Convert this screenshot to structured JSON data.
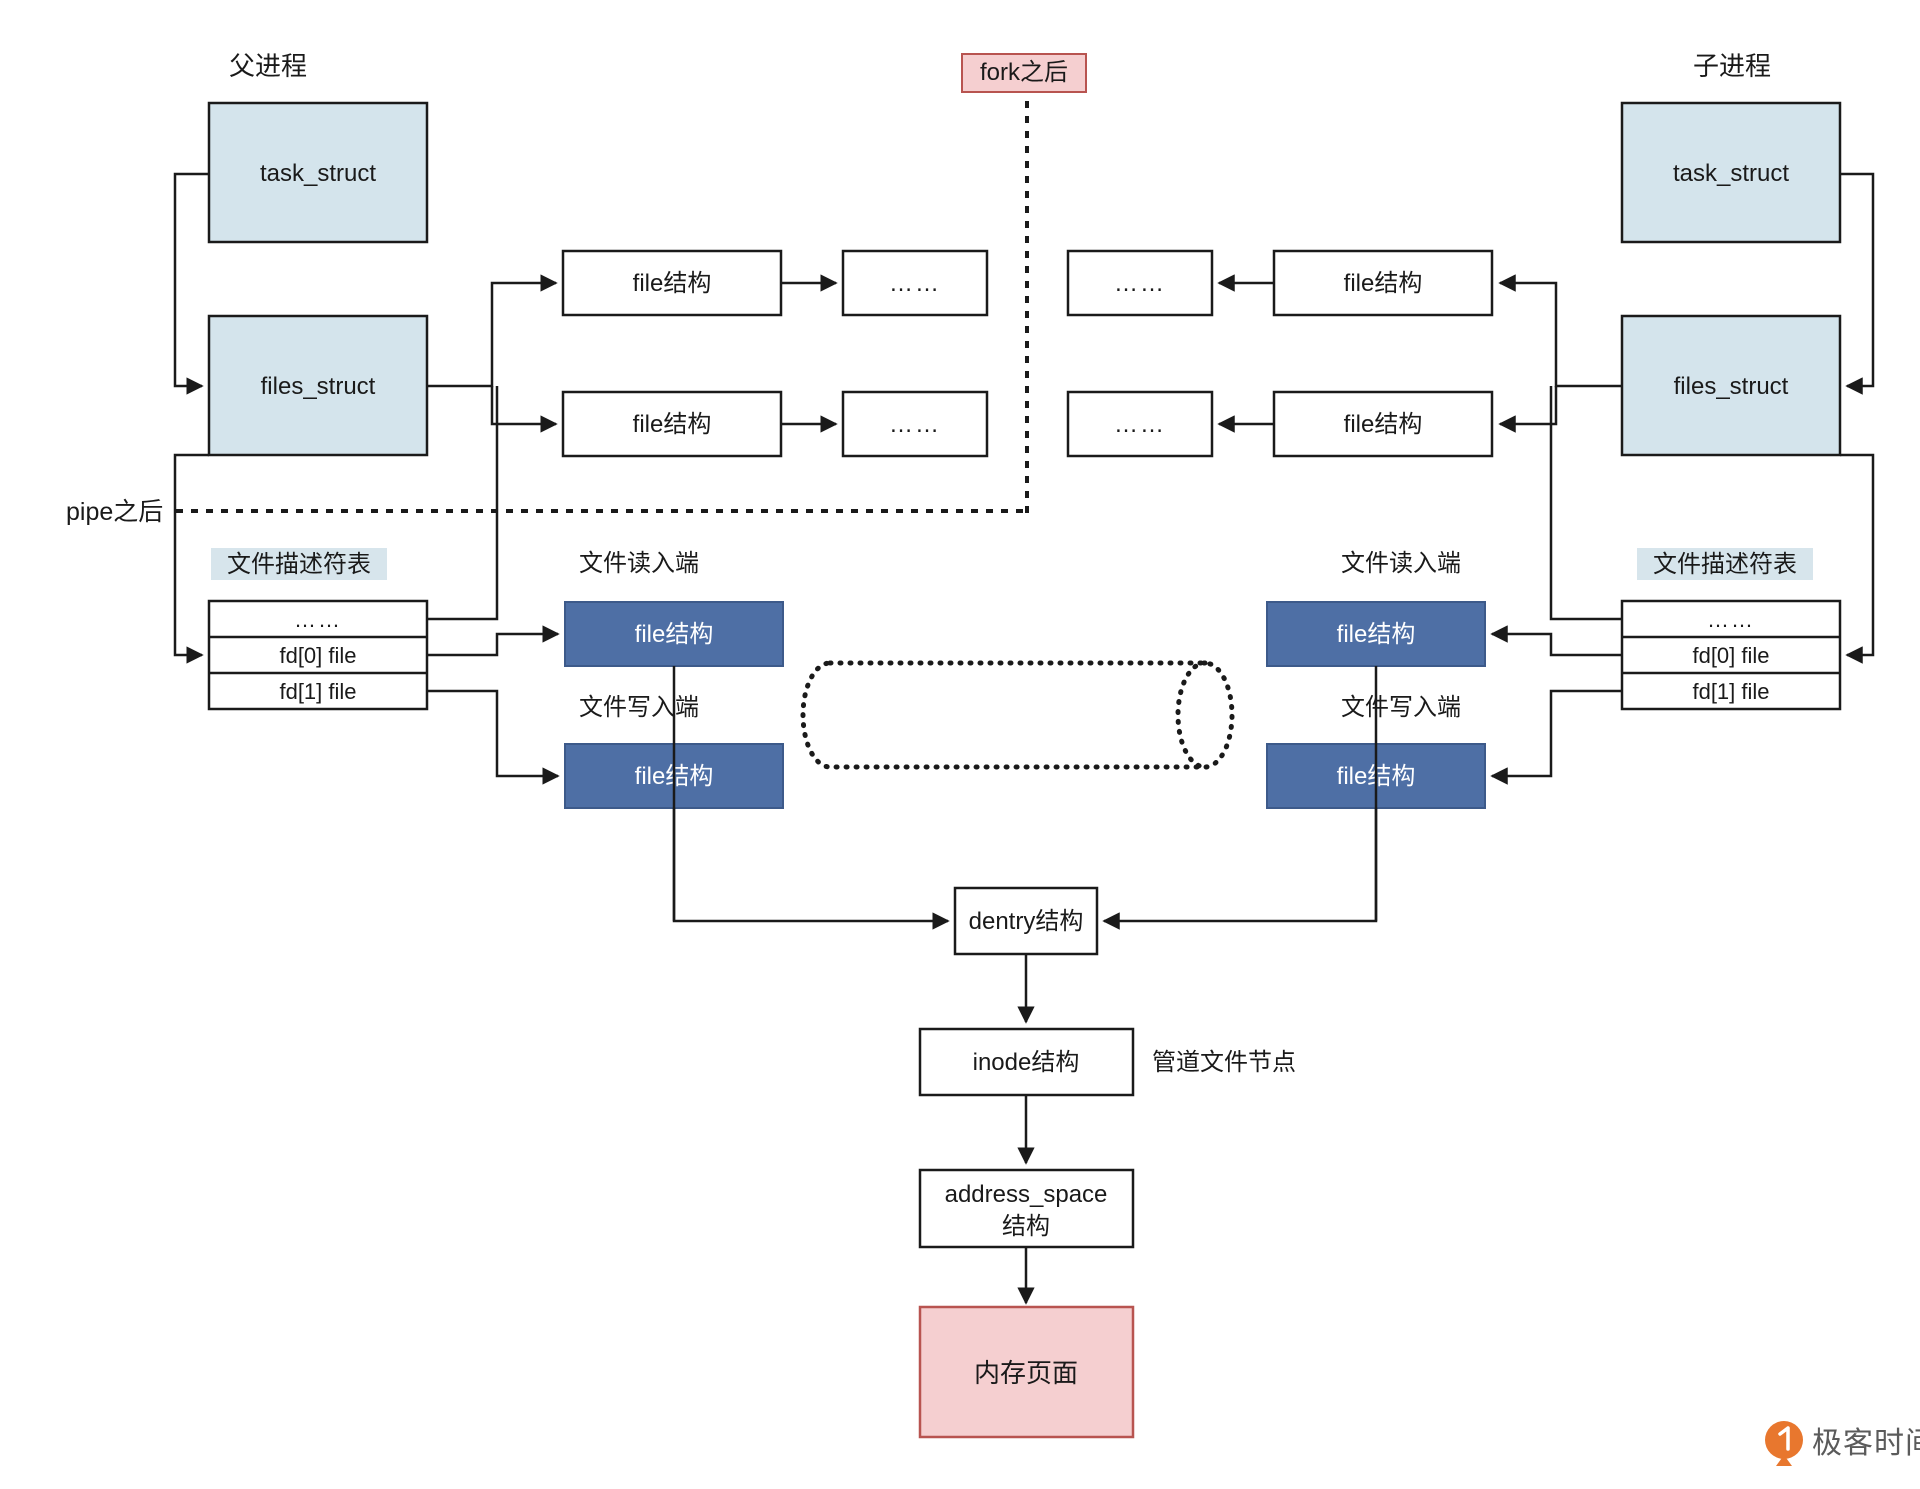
{
  "diagram": {
    "title_parent": "父进程",
    "title_child": "子进程",
    "fork_label": "fork之后",
    "pipe_label": "pipe之后",
    "pipe_node_label": "管道文件节点",
    "colors": {
      "light_blue_fill": "#d4e4ec",
      "dark_blue_fill": "#4e6fa5",
      "pink_fill": "#f5cfd0",
      "pink_stroke": "#b85450",
      "label_highlight": "#d7e5ec",
      "stroke": "#1a1a1a",
      "white": "#ffffff",
      "watermark_orange": "#e8772e"
    },
    "parent": {
      "task_struct": "task_struct",
      "files_struct": "files_struct",
      "fd_table_label": "文件描述符表",
      "fd_rows": [
        "……",
        "fd[0] file",
        "fd[1] file"
      ],
      "file_structs": [
        "file结构",
        "file结构"
      ],
      "ellipsis": [
        "……",
        "……"
      ],
      "read_end_label": "文件读入端",
      "write_end_label": "文件写入端",
      "pipe_file_structs": [
        "file结构",
        "file结构"
      ]
    },
    "child": {
      "task_struct": "task_struct",
      "files_struct": "files_struct",
      "fd_table_label": "文件描述符表",
      "fd_rows": [
        "……",
        "fd[0] file",
        "fd[1] file"
      ],
      "file_structs": [
        "file结构",
        "file结构"
      ],
      "ellipsis": [
        "……",
        "……"
      ],
      "read_end_label": "文件读入端",
      "write_end_label": "文件写入端",
      "pipe_file_structs": [
        "file结构",
        "file结构"
      ]
    },
    "vfs_chain": {
      "dentry": "dentry结构",
      "inode": "inode结构",
      "address_space_line1": "address_space",
      "address_space_line2": "结构",
      "memory_page": "内存页面"
    },
    "watermark": {
      "brand": "极客时间",
      "logo_icon": "geek-time-logo-icon"
    }
  }
}
